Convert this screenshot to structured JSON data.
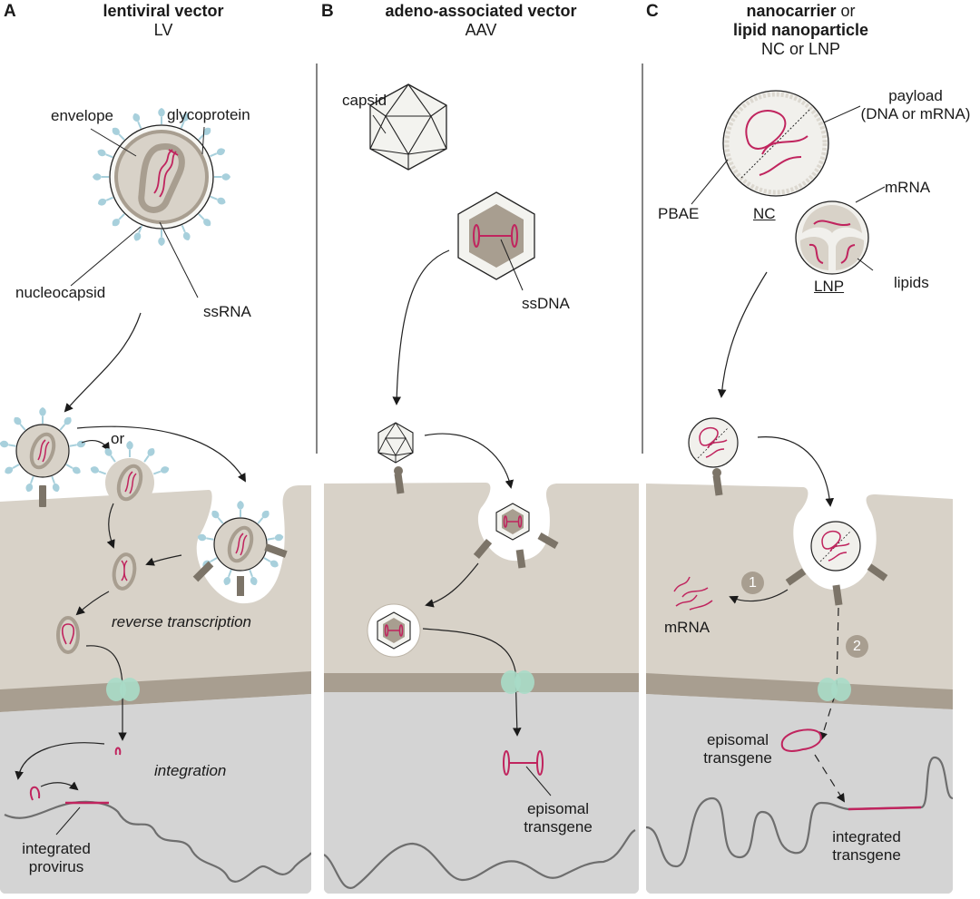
{
  "figure": {
    "colors": {
      "cytoplasm": "#d8d2c8",
      "nuclear_envelope": "#a89e90",
      "nucleus": "#d4d4d4",
      "nucleic_acid": "#c0245e",
      "glycoprotein": "#a8d0dc",
      "nuclear_pore": "#a8dcc8",
      "receptor": "#7c7468",
      "chromatin": "#6e6e6e"
    },
    "panels": [
      {
        "letter": "A",
        "title_bold": "lentiviral vector",
        "title_abbrev": "LV",
        "labels": {
          "envelope": "envelope",
          "glycoprotein": "glycoprotein",
          "nucleocapsid": "nucleocapsid",
          "ssrna": "ssRNA",
          "or": "or",
          "reverse_transcription": "reverse transcription",
          "integration": "integration",
          "integrated_provirus_1": "integrated",
          "integrated_provirus_2": "provirus"
        }
      },
      {
        "letter": "B",
        "title_bold": "adeno-associated vector",
        "title_abbrev": "AAV",
        "labels": {
          "capsid": "capsid",
          "ssdna": "ssDNA",
          "episomal_1": "episomal",
          "episomal_2": "transgene"
        }
      },
      {
        "letter": "C",
        "title_bold_1": "nanocarrier",
        "title_or": " or",
        "title_bold_2": "lipid nanoparticle",
        "title_abbrev": "NC or LNP",
        "labels": {
          "payload_1": "payload",
          "payload_2": "(DNA or mRNA)",
          "pbae": "PBAE",
          "nc": "NC",
          "mrna_top": "mRNA",
          "lnp": "LNP",
          "lipids": "lipids",
          "mrna_released": "mRNA",
          "step_1": "1",
          "step_2": "2",
          "episomal_1": "episomal",
          "episomal_2": "transgene",
          "integrated_1": "integrated",
          "integrated_2": "transgene"
        }
      }
    ]
  }
}
